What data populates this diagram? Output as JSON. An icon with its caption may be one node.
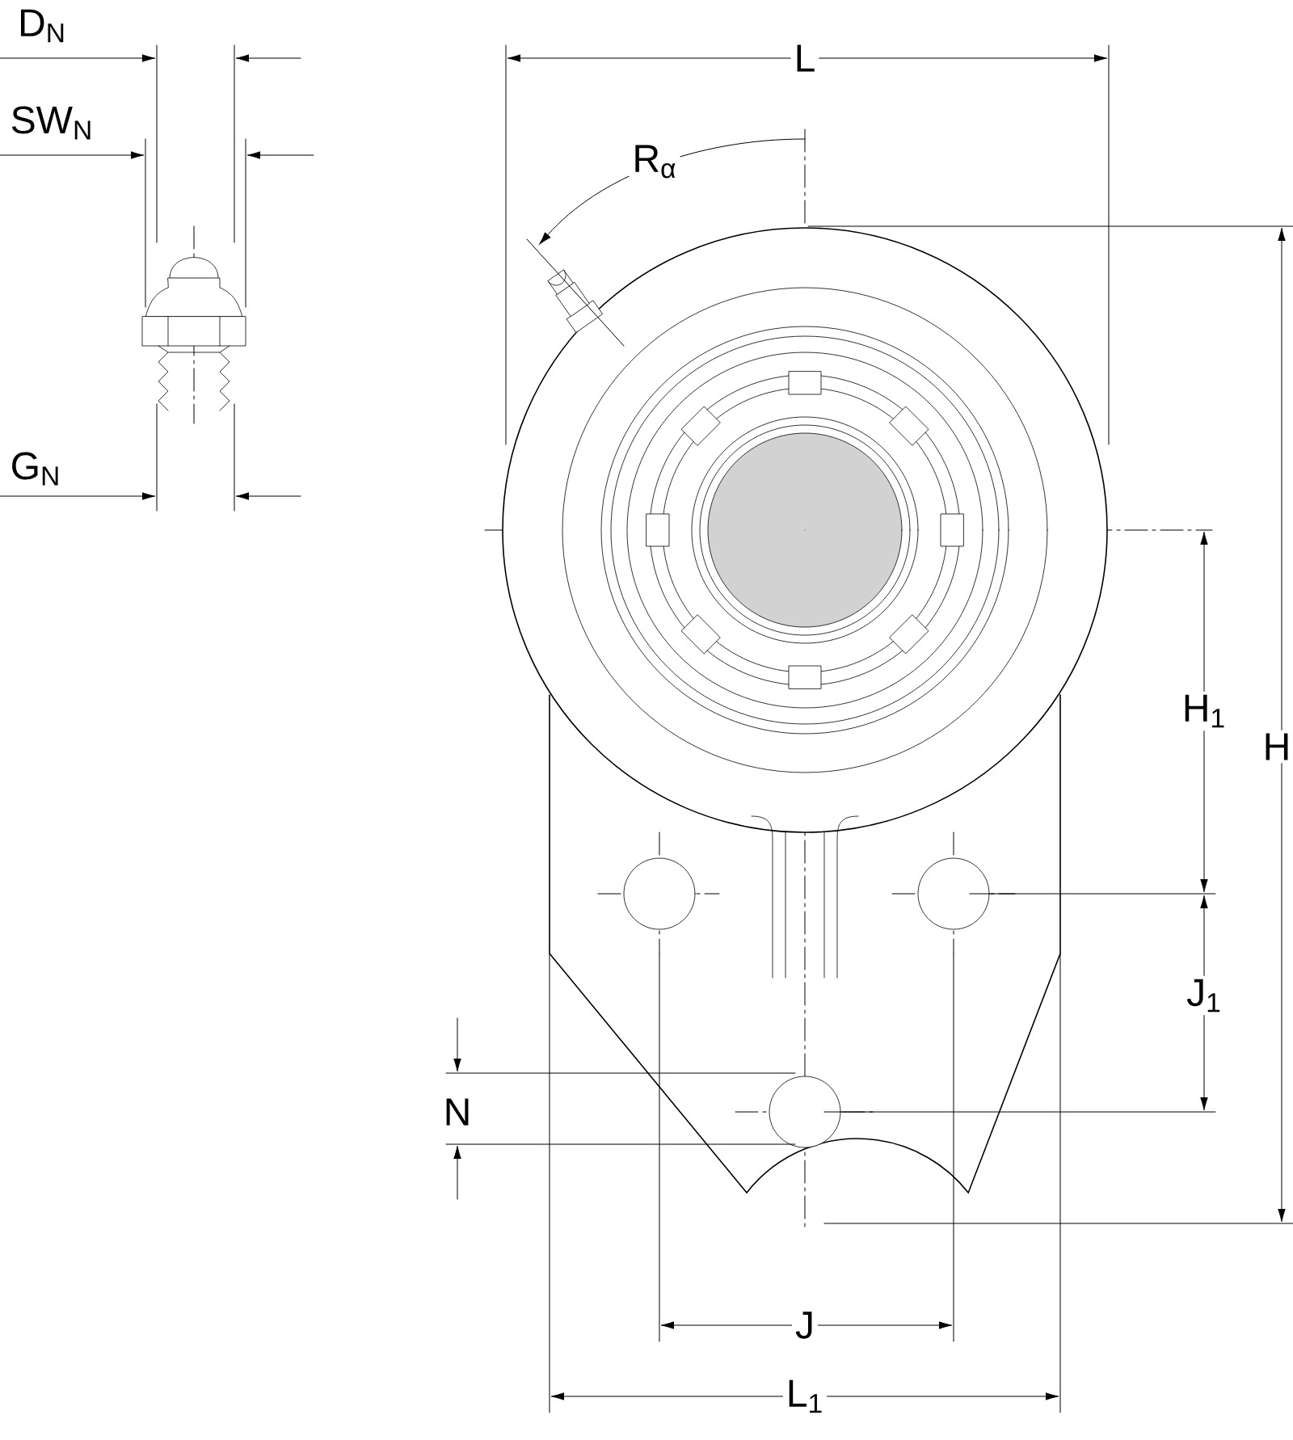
{
  "diagram": {
    "labels": [
      "D$_{N}$",
      "L",
      "SW$_{N}$",
      "R$_{α}$",
      "G$_{N}$",
      "H$_{1}$",
      "H",
      "J$_{1}$",
      "N",
      "J",
      "L$_{1}$"
    ]
  }
}
